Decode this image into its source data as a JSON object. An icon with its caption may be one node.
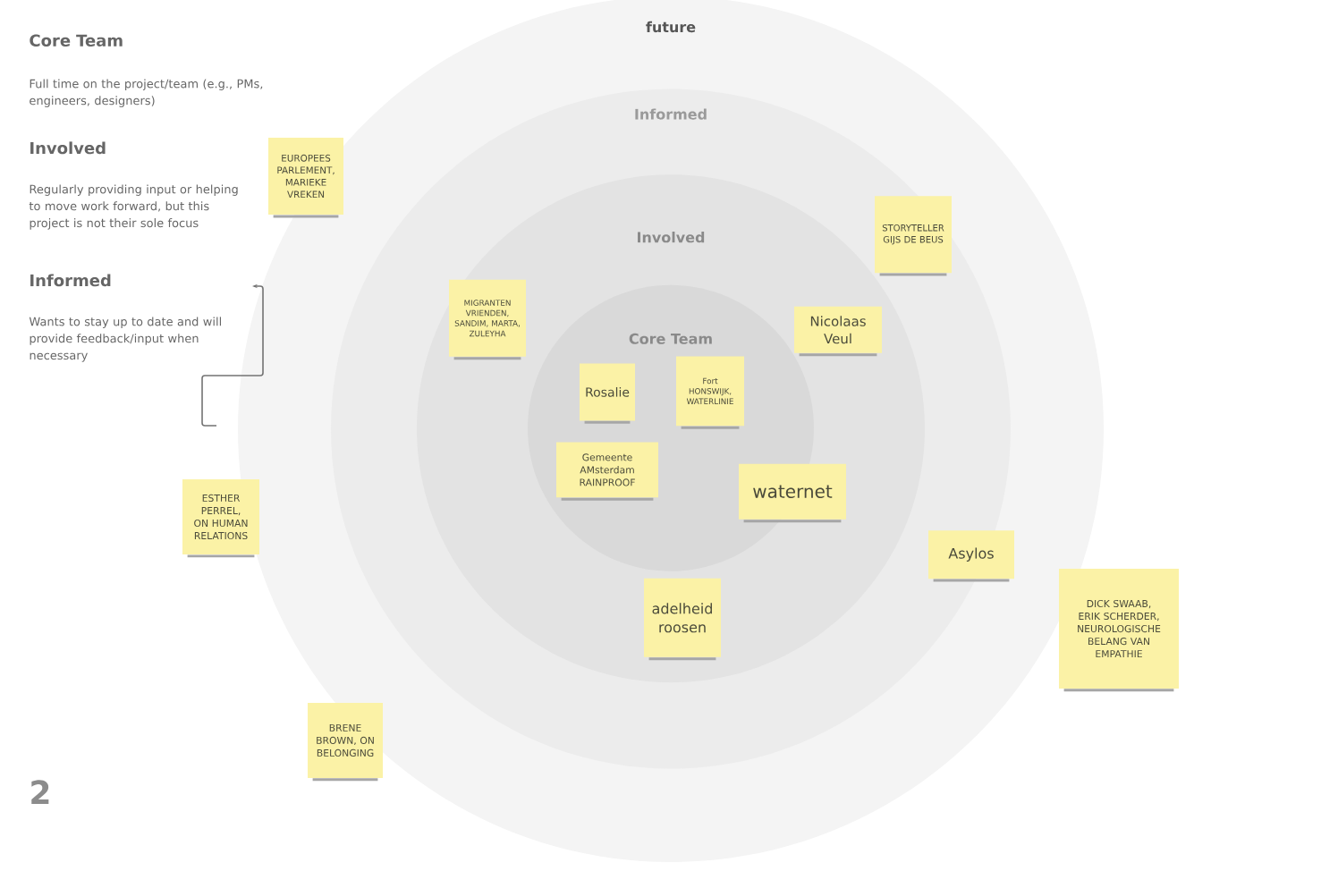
{
  "diagram": {
    "nodes": [
      {
        "text": [
          "future"
        ]
      },
      {
        "text": [
          "Informed"
        ],
        "in": 0
      },
      {
        "text": [
          "Involved"
        ],
        "in": 1
      },
      {
        "text": [
          "Core Team"
        ],
        "in": 2
      },
      {
        "text": [
          "EUROPEES PARLEMENT, MARIEKE VREKEN"
        ]
      },
      {
        "text": [
          "STORYTELLER GIJS DE BEUS"
        ],
        "in": 1
      },
      {
        "text": [
          "MIGRANTEN VRIENDEN, SANDIM, MARTA, ZULEYHA"
        ],
        "in": 2
      },
      {
        "text": [
          "Nicolaas Veul"
        ],
        "in": 2
      },
      {
        "text": [
          "Rosalie"
        ],
        "in": 3
      },
      {
        "text": [
          "Fort HONSWIJK, WATERLINIE"
        ],
        "in": 3
      },
      {
        "text": [
          "Gemeente AMsterdam RAINPROOF"
        ],
        "in": 3
      },
      {
        "text": [
          "waternet"
        ],
        "in": 2
      },
      {
        "text": [
          "ESTHER PERREL, ON HUMAN RELATIONS"
        ]
      },
      {
        "text": [
          "Asylos"
        ],
        "in": 1
      },
      {
        "text": [
          "adelheid roosen"
        ],
        "in": 2
      },
      {
        "text": [
          "DICK SWAAB, ERIK SCHERDER, NEUROLOGISCHE BELANG VAN EMPATHIE"
        ]
      },
      {
        "text": [
          "BRENE BROWN, ON BELONGING"
        ]
      }
    ],
    "labels": [
      "Core Team",
      "Full time on the project/team (e.g., PMs, engineers, designers)",
      "Involved",
      "Regularly providing input or helping to move work forward, but this project is not their sole focus",
      "Informed",
      "Wants to stay up to date and will provide feedback/input when necessary",
      "2"
    ]
  }
}
